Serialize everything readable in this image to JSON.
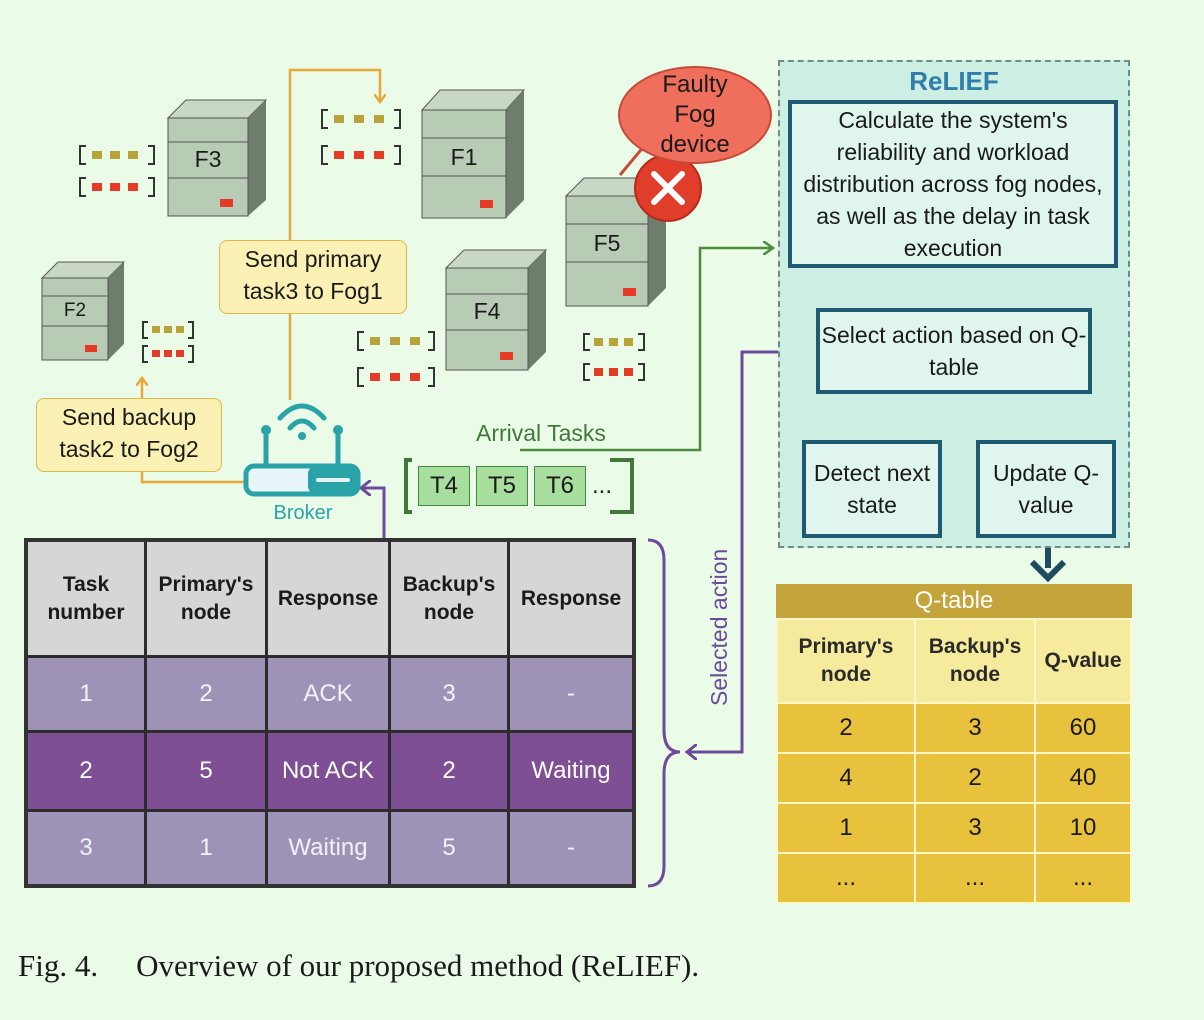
{
  "relief": {
    "title": "ReLIEF",
    "calc_text": "Calculate the system's reliability and workload distribution across fog nodes, as well as the delay in task execution",
    "select_text": "Select action based on Q-table",
    "detect_text": "Detect next state",
    "update_text": "Update Q-value"
  },
  "fog_nodes": [
    "F3",
    "F1",
    "F2",
    "F4",
    "F5"
  ],
  "faulty_label": "Faulty Fog device",
  "notes": {
    "primary": "Send primary task3 to Fog1",
    "backup": "Send backup task2 to Fog2"
  },
  "broker_label": "Broker",
  "arrival": {
    "label": "Arrival Tasks",
    "tasks": [
      "T4",
      "T5",
      "T6"
    ],
    "more": "..."
  },
  "selected_action_label": "Selected action",
  "task_table": {
    "headers": [
      "Task number",
      "Primary's node",
      "Response",
      "Backup's node",
      "Response"
    ],
    "rows": [
      [
        "1",
        "2",
        "ACK",
        "3",
        "-"
      ],
      [
        "2",
        "5",
        "Not ACK",
        "2",
        "Waiting"
      ],
      [
        "3",
        "1",
        "Waiting",
        "5",
        "-"
      ]
    ]
  },
  "q_table": {
    "title": "Q-table",
    "headers": [
      "Primary's node",
      "Backup's node",
      "Q-value"
    ],
    "rows": [
      [
        "2",
        "3",
        "60"
      ],
      [
        "4",
        "2",
        "40"
      ],
      [
        "1",
        "3",
        "10"
      ],
      [
        "...",
        "...",
        "..."
      ]
    ]
  },
  "caption": {
    "fig": "Fig. 4.",
    "text": "Overview of our proposed method (ReLIEF)."
  },
  "colors": {
    "background": "#eafbe8",
    "relief_panel": "#cdeee2",
    "relief_border": "#1e5b73",
    "note_fill": "#fbf1b5",
    "faulty_fill": "#ef6f5c",
    "row_purple": "#7f4f96",
    "row_lavender": "#9e93b7",
    "qtable_gold": "#e8c23d",
    "orange_arrow": "#e9a93a",
    "green_arrow": "#4c8a3c",
    "purple_arrow": "#6d4a9a",
    "broker_teal": "#2aa3a8"
  }
}
